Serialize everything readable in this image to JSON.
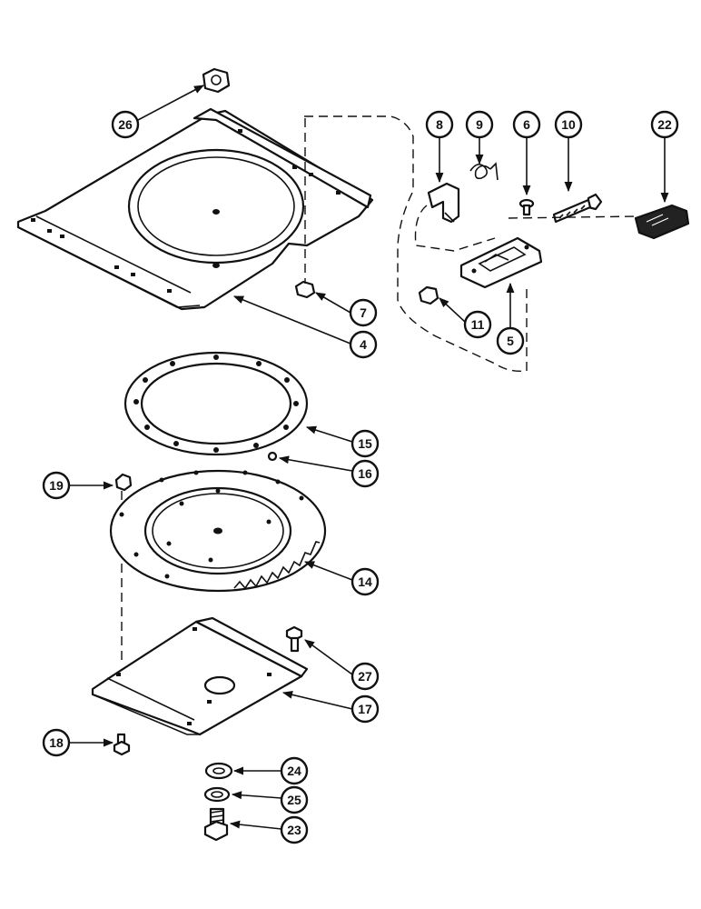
{
  "callouts": [
    {
      "id": "26",
      "label": "26"
    },
    {
      "id": "8",
      "label": "8"
    },
    {
      "id": "9",
      "label": "9"
    },
    {
      "id": "6",
      "label": "6"
    },
    {
      "id": "10",
      "label": "10"
    },
    {
      "id": "22",
      "label": "22"
    },
    {
      "id": "7",
      "label": "7"
    },
    {
      "id": "4",
      "label": "4"
    },
    {
      "id": "11",
      "label": "11"
    },
    {
      "id": "5",
      "label": "5"
    },
    {
      "id": "15",
      "label": "15"
    },
    {
      "id": "16",
      "label": "16"
    },
    {
      "id": "19",
      "label": "19"
    },
    {
      "id": "14",
      "label": "14"
    },
    {
      "id": "27",
      "label": "27"
    },
    {
      "id": "17",
      "label": "17"
    },
    {
      "id": "18",
      "label": "18"
    },
    {
      "id": "24",
      "label": "24"
    },
    {
      "id": "25",
      "label": "25"
    },
    {
      "id": "23",
      "label": "23"
    }
  ]
}
